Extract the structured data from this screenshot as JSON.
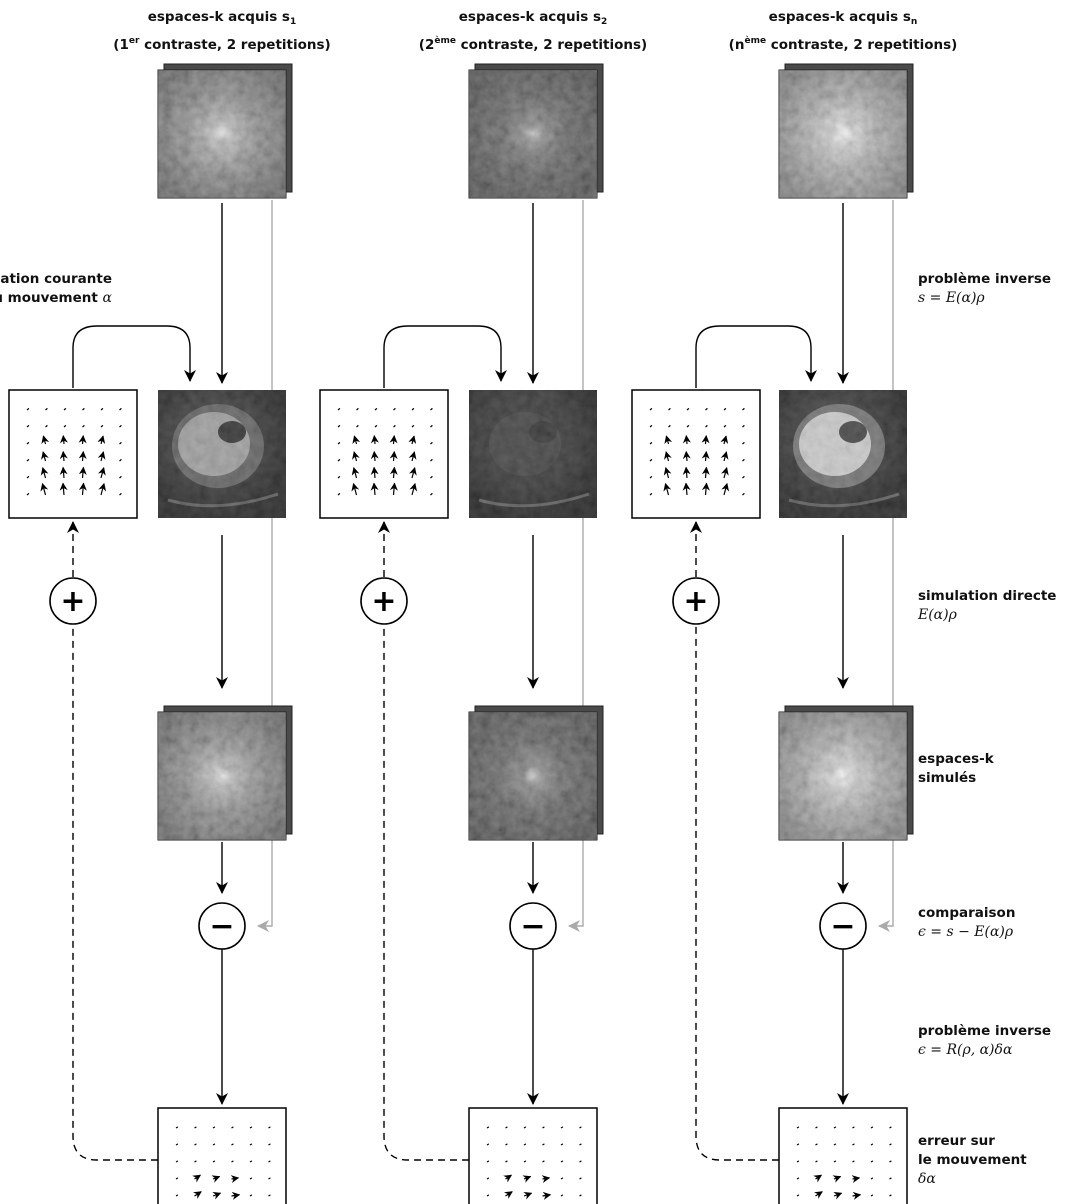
{
  "columns": [
    {
      "acq_title": "espaces-k acquis s",
      "sub": "1",
      "contrast_pre": "(1",
      "contrast_sup": "er",
      "contrast_post": " contraste, 2 repetitions)",
      "image_tone": "mid"
    },
    {
      "acq_title": "espaces-k acquis s",
      "sub": "2",
      "contrast_pre": "(2",
      "contrast_sup": "ème",
      "contrast_post": " contraste, 2 repetitions)",
      "image_tone": "dark"
    },
    {
      "acq_title": "espaces-k acquis s",
      "sub": "n",
      "contrast_pre": "(n",
      "contrast_sup": "ème",
      "contrast_post": " contraste, 2 repetitions)",
      "image_tone": "light"
    }
  ],
  "labels": {
    "estimation_line1": "estimation courante",
    "estimation_line2": "du mouvement",
    "estimation_symbol": "α",
    "inverse1_title": "problème inverse",
    "inverse1_formula": "s = E(α)ρ",
    "sim_title": "simulation directe",
    "sim_formula": "E(α)ρ",
    "kspace_sim_line1": "espaces-k",
    "kspace_sim_line2": "simulés",
    "comparison_title": "comparaison",
    "comparison_formula": "ϵ = s − E(α)ρ",
    "inverse2_title": "problème inverse",
    "inverse2_formula": "ϵ = R(ρ, α)δα",
    "error_line1": "erreur sur",
    "error_line2": "le mouvement",
    "error_symbol": "δα"
  },
  "operators": {
    "plus": "+",
    "minus": "−"
  },
  "colors": {
    "line": "#000000",
    "gray_line": "#aaaaaa",
    "dark_bg": "#1b1b1b"
  }
}
